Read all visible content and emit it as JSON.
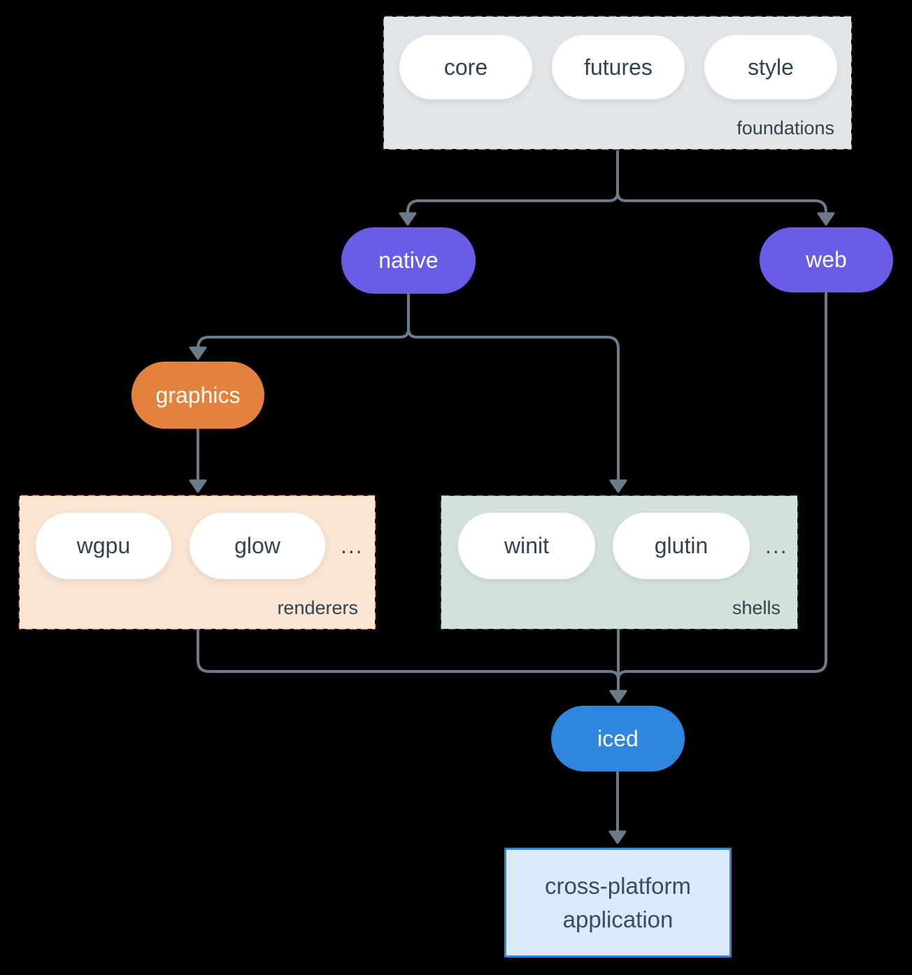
{
  "nodes": {
    "foundations": {
      "label": "foundations",
      "pills": [
        "core",
        "futures",
        "style"
      ]
    },
    "native": {
      "label": "native"
    },
    "web": {
      "label": "web"
    },
    "graphics": {
      "label": "graphics"
    },
    "renderers": {
      "label": "renderers",
      "pills": [
        "wgpu",
        "glow"
      ],
      "ellipsis": "..."
    },
    "shells": {
      "label": "shells",
      "pills": [
        "winit",
        "glutin"
      ],
      "ellipsis": "..."
    },
    "iced": {
      "label": "iced"
    },
    "application": {
      "lines": [
        "cross-platform",
        "application"
      ]
    }
  },
  "colors": {
    "background": "#000000",
    "wire": "#6b7b8c",
    "ink": "#33424f",
    "purple": "#6b5ce8",
    "orange": "#e2823e",
    "blue": "#2e86de",
    "foundations_fill": "#e3e7ea",
    "foundations_border": "#7f8fa0",
    "renderers_fill": "#fae5d4",
    "renderers_border": "#e8883a",
    "shells_fill": "#d5e2dc",
    "shells_border": "#2e7d6b",
    "app_fill": "#d8eafb",
    "app_border": "#2e86de",
    "pill_fill": "#ffffff"
  }
}
